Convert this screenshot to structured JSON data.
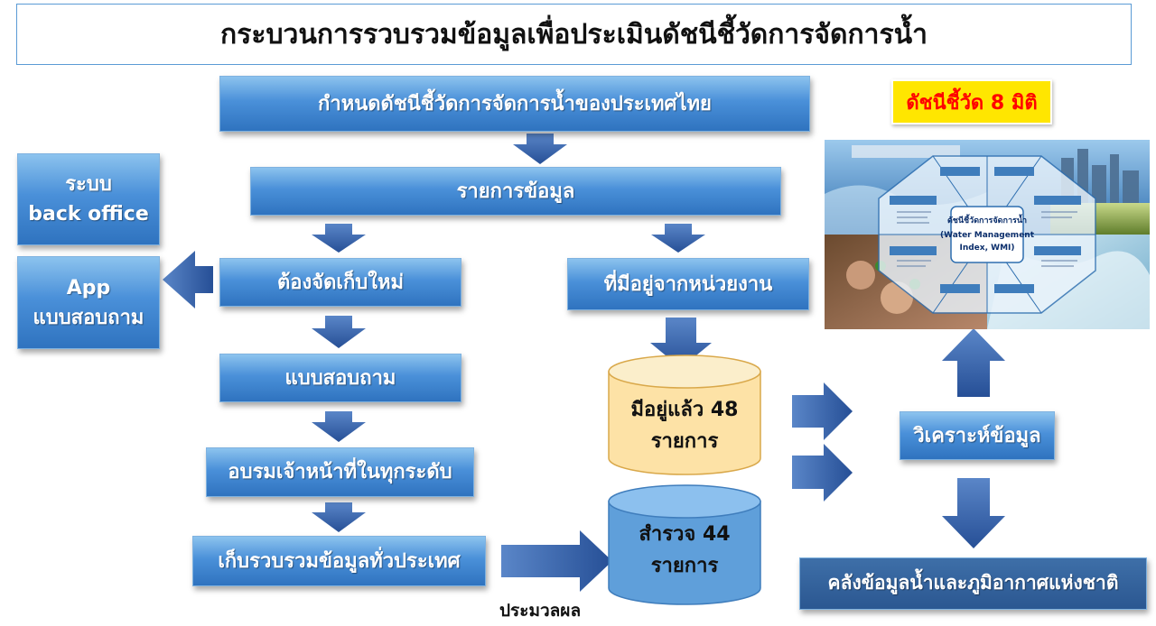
{
  "title": "กระบวนการรวบรวมข้อมูลเพื่อประเมินดัชนีชี้วัดการจัดการน้ำ",
  "badge": "ดัชนีชี้วัด 8 มิติ",
  "boxes": {
    "define_index": "กำหนดดัชนีชี้วัดการจัดการน้ำของประเทศไทย",
    "data_items": "รายการข้อมูล",
    "collect_new": "ต้องจัดเก็บใหม่",
    "from_agencies": "ที่มีอยู่จากหน่วยงาน",
    "questionnaire": "แบบสอบถาม",
    "training": "อบรมเจ้าหน้าที่ในทุกระดับ",
    "nationwide": "เก็บรวบรวมข้อมูลทั่วประเทศ",
    "analyze": "วิเคราะห์ข้อมูล",
    "warehouse": "คลังข้อมูลน้ำและภูมิอากาศแห่งชาติ",
    "backoffice_line1": "ระบบ",
    "backoffice_line2": "back office",
    "app_line1": "App",
    "app_line2": "แบบสอบถาม"
  },
  "cylinders": {
    "existing_line1": "มีอยู่แล้ว 48",
    "existing_line2": "รายการ",
    "survey_line1": "สำรวจ 44",
    "survey_line2": "รายการ"
  },
  "process_label": "ประมวลผล",
  "wheel": {
    "center_line1": "ดัชนีชี้วัดการจัดการน้ำ",
    "center_line2": "(Water Management",
    "center_line3": "Index, WMI)"
  },
  "colors": {
    "box_blue": "#4a90d9",
    "arrow_blue": "#2f5ea8",
    "cylinder_orange": "#fde2a6",
    "cylinder_blue": "#6aa6dd",
    "badge_yellow": "#ffe600",
    "badge_red": "#ff0000"
  }
}
